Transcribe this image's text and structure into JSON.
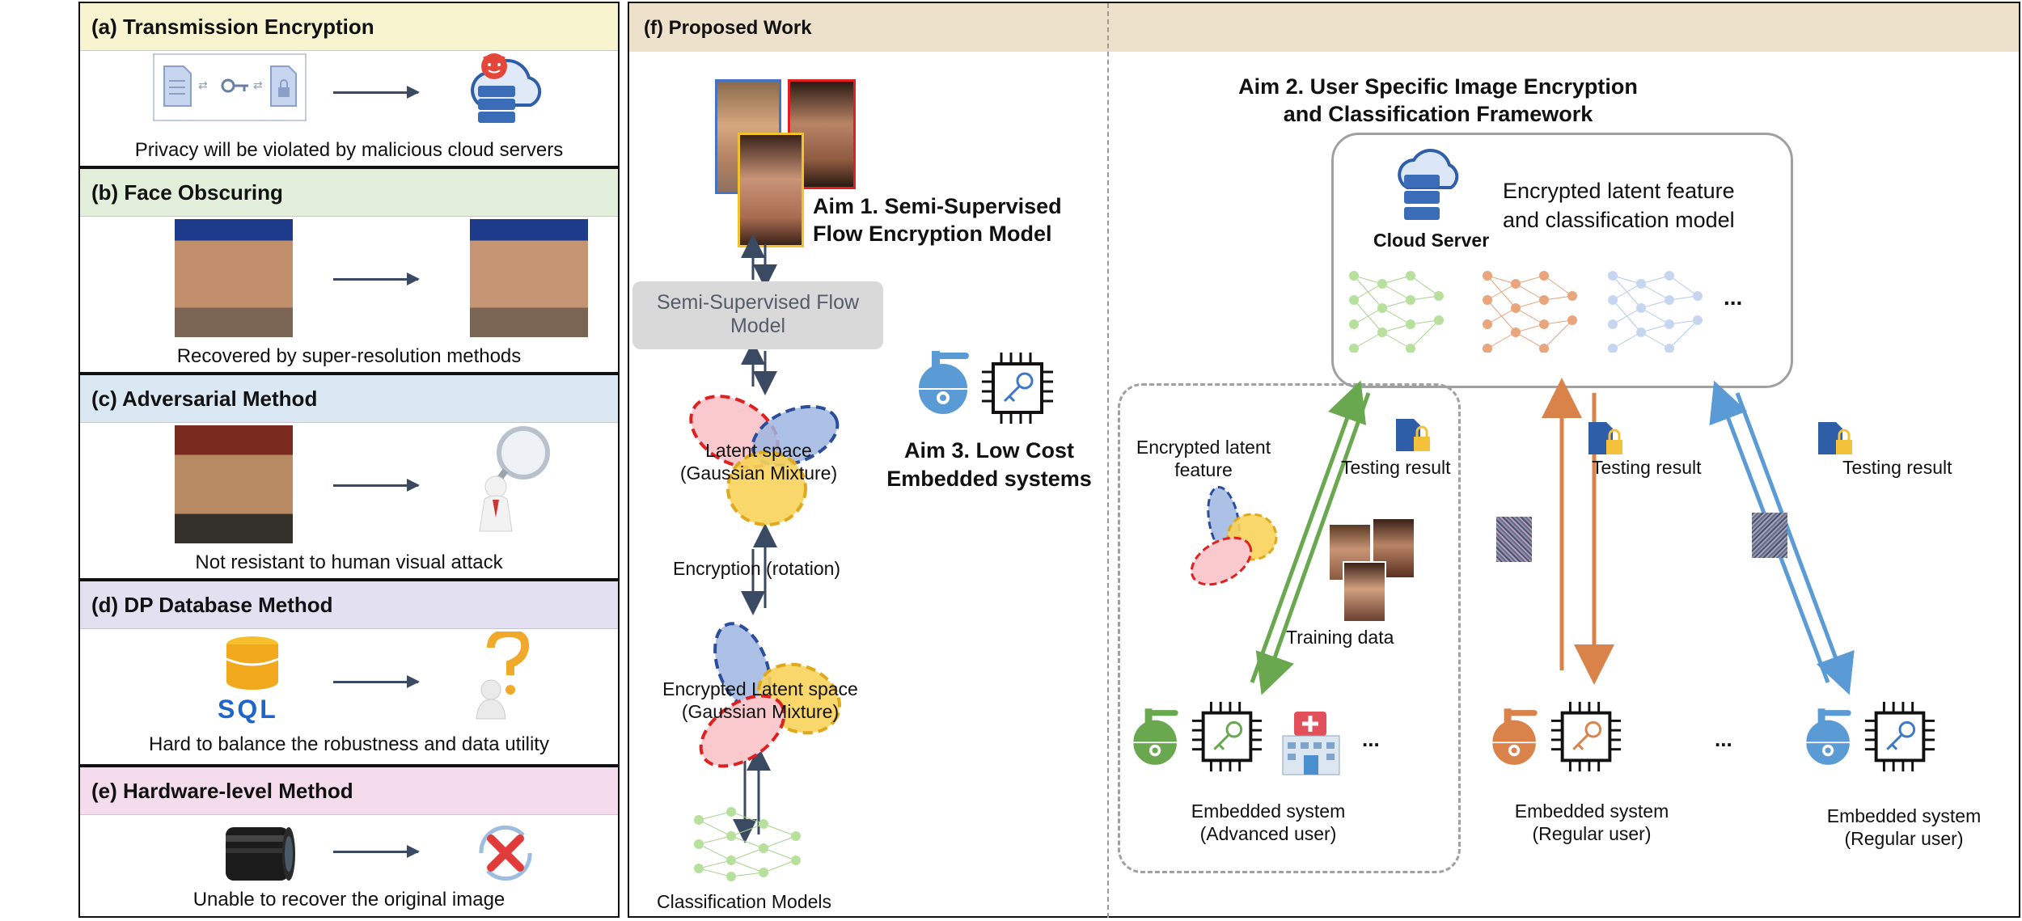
{
  "panels": [
    {
      "id": "a",
      "title": "(a) Transmission Encryption",
      "caption": "Privacy will be violated by malicious cloud servers",
      "bg": "#f7f4cf"
    },
    {
      "id": "b",
      "title": "(b) Face Obscuring",
      "caption": "Recovered by super-resolution methods",
      "bg": "#e2efda"
    },
    {
      "id": "c",
      "title": "(c) Adversarial Method",
      "caption": "Not resistant to human visual attack",
      "bg": "#dae8f3"
    },
    {
      "id": "d",
      "title": "(d) DP Database Method",
      "caption": "Hard to balance the robustness and data utility",
      "bg": "#e3e0f1"
    },
    {
      "id": "e",
      "title": "(e) Hardware-level Method",
      "caption": "Unable to recover the original image",
      "bg": "#f4dcec"
    }
  ],
  "sql_label": "SQL",
  "proposed": {
    "title": "(f) Proposed Work",
    "aim1": [
      "Aim 1. Semi-Supervised",
      "Flow Encryption Model"
    ],
    "flow_model": [
      "Semi-Supervised Flow",
      "Model"
    ],
    "latent": [
      "Latent space",
      "(Gaussian Mixture)"
    ],
    "encryption": "Encryption (rotation)",
    "enc_latent": [
      "Encrypted Latent space",
      "(Gaussian Mixture)"
    ],
    "classification": "Classification Models",
    "aim3": [
      "Aim 3. Low Cost",
      "Embedded systems"
    ],
    "aim2": [
      "Aim 2. User Specific Image Encryption",
      "and Classification Framework"
    ],
    "cloud_server": "Cloud Server",
    "cloud_desc": [
      "Encrypted latent feature",
      "and classification model"
    ],
    "ellipsis": "...",
    "enc_latent_feature": [
      "Encrypted latent",
      "feature"
    ],
    "testing_result": "Testing result",
    "training_data": "Training data",
    "advanced": [
      "Embedded system",
      "(Advanced user)"
    ],
    "regular1": [
      "Embedded system",
      "(Regular user)"
    ],
    "regular2": [
      "Embedded system",
      "(Regular user)"
    ]
  },
  "colors": {
    "green": "#6aa84f",
    "orange": "#d9834b",
    "blue": "#5b9bd5",
    "dark": "#3a4a63"
  }
}
